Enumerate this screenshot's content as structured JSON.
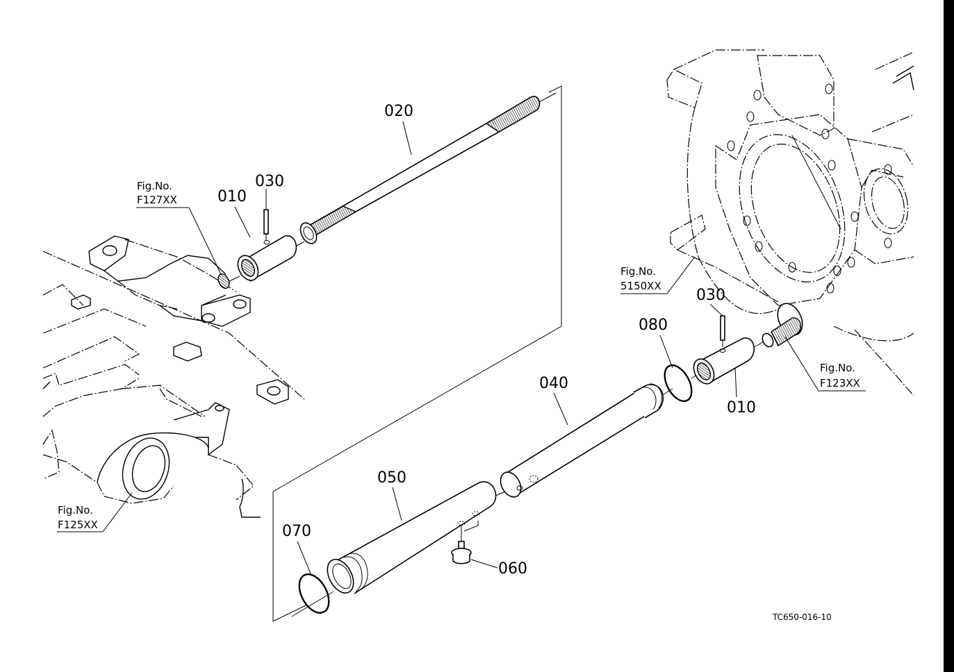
{
  "diagram": {
    "type": "exploded-parts-diagram",
    "drawing_code": "TC650-016-10",
    "part_labels": [
      {
        "id": "p010a",
        "number": "010"
      },
      {
        "id": "p020",
        "number": "020"
      },
      {
        "id": "p030a",
        "number": "030"
      },
      {
        "id": "p040",
        "number": "040"
      },
      {
        "id": "p050",
        "number": "050"
      },
      {
        "id": "p060",
        "number": "060"
      },
      {
        "id": "p070",
        "number": "070"
      },
      {
        "id": "p080",
        "number": "080"
      },
      {
        "id": "p030b",
        "number": "030"
      },
      {
        "id": "p010b",
        "number": "010"
      }
    ],
    "figure_refs": [
      {
        "prefix": "Fig.No.",
        "code": "F127XX"
      },
      {
        "prefix": "Fig.No.",
        "code": "5150XX"
      },
      {
        "prefix": "Fig.No.",
        "code": "F123XX"
      },
      {
        "prefix": "Fig.No.",
        "code": "F125XX"
      }
    ],
    "colors": {
      "line": "#000000",
      "background": "#ffffff",
      "edge_bar": "#000000"
    }
  }
}
